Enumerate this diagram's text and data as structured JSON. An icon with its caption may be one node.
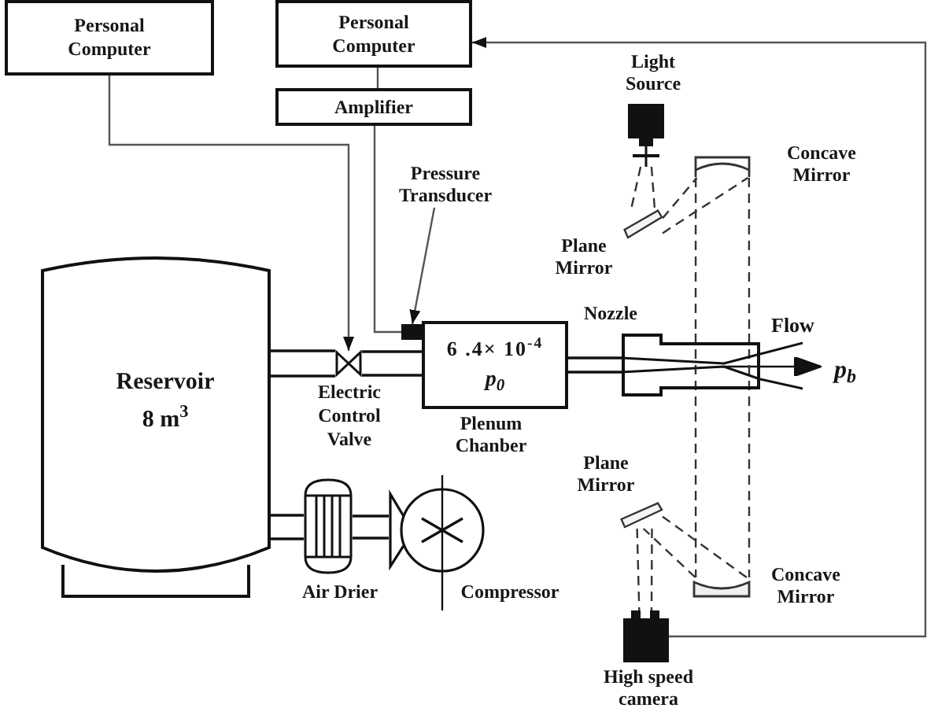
{
  "diagram": {
    "nodes": [
      {
        "text": [
          "Personal Computer"
        ]
      },
      {
        "text": [
          "Personal Computer"
        ]
      },
      {
        "text": [
          "Amplifier"
        ]
      },
      {
        "text": [],
        "shape": "box",
        "beside": [
          "Light Source"
        ]
      },
      {
        "text": [],
        "shape": "mirror",
        "beside": [
          "Concave Mirror"
        ]
      },
      {
        "text": [
          "Pressure Transducer"
        ]
      },
      {
        "text": [],
        "shape": "mirror",
        "beside": [
          "Plane Mirror"
        ]
      },
      {
        "text": [
          "Reservoir",
          "8 m$^{3}$"
        ]
      },
      {
        "text": [],
        "shape": "box"
      },
      {
        "text": [],
        "shape": "valve",
        "beside": [
          "Electric Control Valve"
        ]
      },
      {
        "text": [
          "6 .4× 10$^{-4}$",
          "p$_{0}$"
        ],
        "beside": [
          "Plenum Chanber"
        ]
      },
      {
        "text": [],
        "shape": "nozzle",
        "beside": [
          "Nozzle"
        ]
      },
      {
        "text": [],
        "shape": "mirror",
        "beside": [
          "Plane Mirror"
        ]
      },
      {
        "text": [],
        "shape": "mirror",
        "beside": [
          "Concave Mirror"
        ]
      },
      {
        "text": [],
        "shape": "cylinder",
        "beside": [
          "Air Drier"
        ]
      },
      {
        "text": [],
        "shape": "circle",
        "beside": [
          "Compressor"
        ]
      },
      {
        "text": [],
        "shape": "box",
        "beside": [
          "High speed camera"
        ]
      }
    ],
    "edges": [
      {
        "from": 0,
        "to": 9,
        "arrow": "to"
      },
      {
        "from": 1,
        "to": 2,
        "arrow": "none"
      },
      {
        "from": 2,
        "to": 8,
        "arrow": "none"
      },
      {
        "from": 5,
        "to": 8,
        "arrow": "to"
      },
      {
        "from": 16,
        "to": 1,
        "arrow": "to"
      },
      {
        "from": 7,
        "to": 9,
        "arrow": "none",
        "style": "thick"
      },
      {
        "from": 9,
        "to": 10,
        "arrow": "none",
        "style": "thick"
      },
      {
        "from": 10,
        "to": 11,
        "arrow": "none",
        "style": "thick"
      },
      {
        "from": 7,
        "to": 14,
        "arrow": "none",
        "style": "thick"
      },
      {
        "from": 14,
        "to": 15,
        "arrow": "none",
        "style": "thick"
      },
      {
        "from": 3,
        "to": 6,
        "arrow": "none",
        "style": "dashed"
      },
      {
        "from": 3,
        "to": 6,
        "arrow": "none",
        "style": "dashed"
      },
      {
        "from": 6,
        "to": 4,
        "arrow": "none",
        "style": "dashed"
      },
      {
        "from": 6,
        "to": 4,
        "arrow": "none",
        "style": "dashed"
      },
      {
        "from": 4,
        "to": 11,
        "arrow": "none",
        "style": "dashed"
      },
      {
        "from": 4,
        "to": 11,
        "arrow": "none",
        "style": "dashed"
      },
      {
        "from": 11,
        "to": 13,
        "arrow": "none",
        "style": "dashed"
      },
      {
        "from": 11,
        "to": 13,
        "arrow": "none",
        "style": "dashed"
      },
      {
        "from": 13,
        "to": 12,
        "arrow": "none",
        "style": "dashed"
      },
      {
        "from": 13,
        "to": 12,
        "arrow": "none",
        "style": "dashed"
      },
      {
        "from": 12,
        "to": 16,
        "arrow": "none",
        "style": "dashed"
      },
      {
        "from": 12,
        "to": 16,
        "arrow": "none",
        "style": "dashed"
      }
    ],
    "labels": [
      "Flow",
      "p$_{b}$"
    ]
  }
}
